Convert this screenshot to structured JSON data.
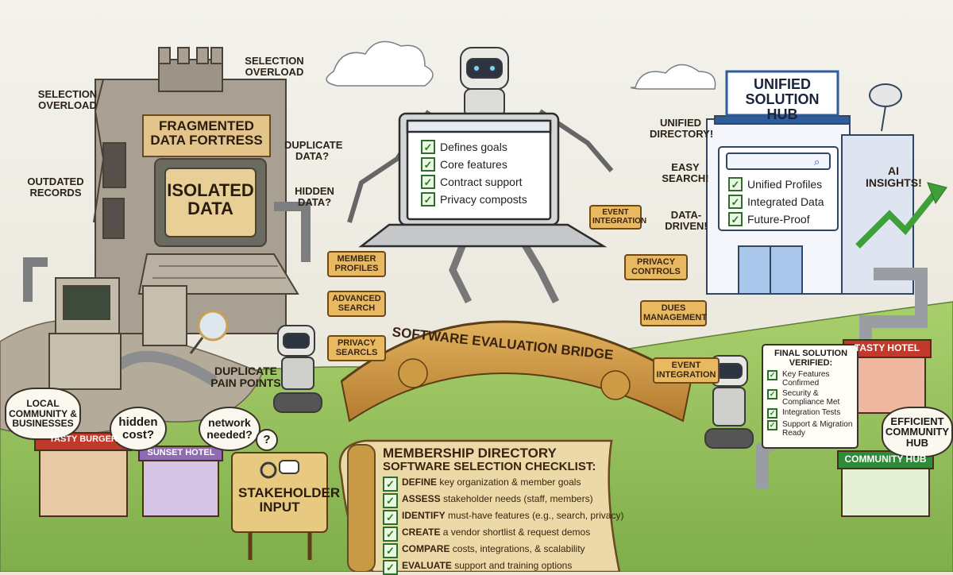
{
  "fortress": {
    "banner": "FRAGMENTED DATA FORTRESS",
    "screen_label": "ISOLATED DATA",
    "callouts": {
      "selection_overload_left": "SELECTION OVERLOAD",
      "selection_overload_top": "SELECTION OVERLOAD",
      "outdated_records": "OUTDATED RECORDS",
      "duplicate_data": "DUPLICATE DATA?",
      "hidden_data": "HIDDEN DATA?",
      "duplicate_pain_points": "DUPLICATE PAIN POINTS"
    }
  },
  "laptop": {
    "items": [
      "Defines goals",
      "Core features",
      "Contract support",
      "Privacy composts"
    ]
  },
  "boxes": {
    "left": [
      "MEMBER PROFILES",
      "ADVANCED SEARCH",
      "PRIVACY SEARCLS"
    ],
    "right": [
      "EVENT INTEGRATION",
      "PRIVACY CONTROLS",
      "DUES MANAGEMENT",
      "EVENT INTEGRATION"
    ]
  },
  "bridge": {
    "label": "SOFTWARE EVALUATION BRIDGE"
  },
  "hub": {
    "sign": "UNIFIED SOLUTION HUB",
    "screen_items": [
      "Unified Profiles",
      "Integrated Data",
      "Future-Proof"
    ],
    "callouts": {
      "unified_directory": "UNIFIED DIRECTORY!",
      "easy_search": "EASY SEARCH!",
      "data_driven": "DATA-DRIVEN!",
      "ai_insights": "AI INSIGHTS!"
    }
  },
  "verified": {
    "title": "FINAL SOLUTION VERIFIED:",
    "items": [
      "Key Features Confirmed",
      "Security & Compliance Met",
      "Integration Tests",
      "Support & Migration Ready"
    ]
  },
  "community": {
    "local": "LOCAL COMMUNITY & BUSINESSES",
    "hidden_cost": "hidden cost?",
    "network_needed": "network needed?",
    "question": "?",
    "tasty_burger": "TASTY BURGER",
    "sunset_hotel": "SUNSET HOTEL",
    "stakeholder": "STAKEHOLDER INPUT",
    "tasty_hotel": "TASTY HOTEL",
    "efficient_hub": "EFFICIENT COMMUNITY HUB",
    "community_hub": "COMMUNITY HUB"
  },
  "checklist": {
    "title1": "MEMBERSHIP DIRECTORY",
    "title2": "SOFTWARE SELECTION CHECKLIST:",
    "items": [
      {
        "kw": "DEFINE",
        "text": "key organization & member goals"
      },
      {
        "kw": "ASSESS",
        "text": "stakeholder needs (staff, members)"
      },
      {
        "kw": "IDENTIFY",
        "text": "must-have features (e.g., search, privacy)"
      },
      {
        "kw": "CREATE",
        "text": "a vendor shortlist & request demos"
      },
      {
        "kw": "COMPARE",
        "text": "costs, integrations, & scalability"
      },
      {
        "kw": "EVALUATE",
        "text": "support and training options"
      }
    ]
  },
  "colors": {
    "sky": "#eef1ee",
    "stone": "#a8a092",
    "wood": "#c9903e",
    "parchment": "#ecd9a8",
    "hub_blue": "#2e5d9e",
    "grass": "#8fbf5a",
    "check_green": "#2b7a22"
  },
  "icons": [
    "robot-icon",
    "laptop-icon",
    "gear-icon",
    "speech-bubble-icon",
    "satellite-dish-icon",
    "growth-arrow-icon",
    "magnifier-icon"
  ]
}
